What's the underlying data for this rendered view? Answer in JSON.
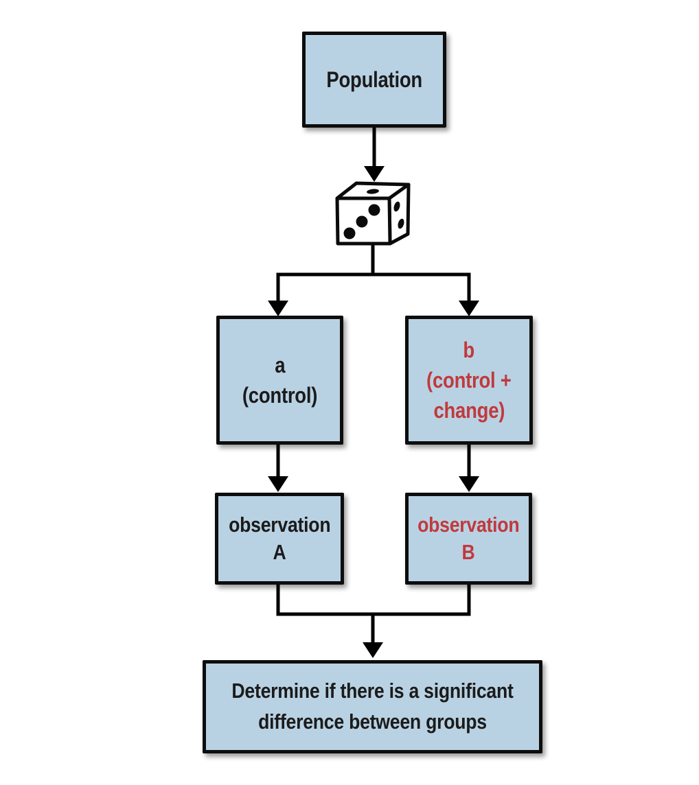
{
  "colors": {
    "background": "#ffffff",
    "box_fill": "#b9d2e3",
    "box_border": "#0d0d0d",
    "line": "#000000",
    "text_dark": "#1b1b1b",
    "text_red": "#c03a3d"
  },
  "icons": {
    "dice": "dice-icon"
  },
  "nodes": {
    "population": {
      "label": "Population"
    },
    "group_a": {
      "lines": [
        "a",
        "(control)"
      ]
    },
    "group_b": {
      "lines": [
        "b",
        "(control +",
        "change)"
      ]
    },
    "observation_a": {
      "lines": [
        "observation",
        "A"
      ]
    },
    "observation_b": {
      "lines": [
        "observation",
        "B"
      ]
    },
    "conclusion": {
      "lines": [
        "Determine if there is a significant",
        "difference between groups"
      ]
    }
  }
}
